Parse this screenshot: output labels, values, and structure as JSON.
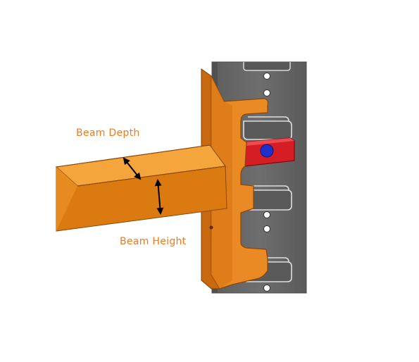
{
  "labels": {
    "beam_depth": "Beam Depth",
    "beam_height": "Beam Height"
  },
  "colors": {
    "label_text": "#f07a1c",
    "beam_top": "#f4a53c",
    "beam_side": "#dc7a12",
    "beam_front": "#b86410",
    "connector": "#e98a24",
    "connector_dark": "#b05c0e",
    "upright": "#666666",
    "upright_edge": "#4c4c4c",
    "upright_slot": "#3a3a3a",
    "lock_plate": "#d41e24",
    "lock_bolt": "#1f2fcc",
    "arrow": "#000000"
  },
  "icons": {
    "dimension_arrow": "double-headed-arrow"
  }
}
